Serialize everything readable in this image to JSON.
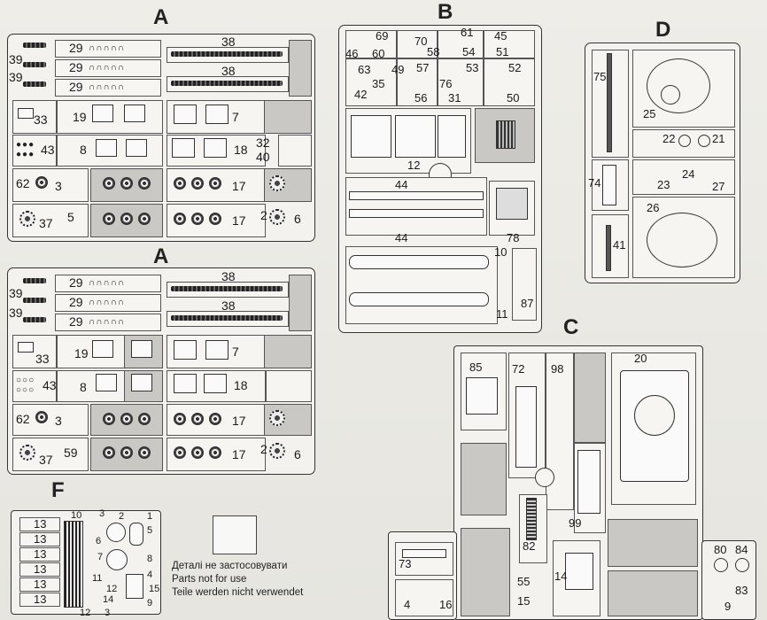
{
  "sprues": {
    "a_top": {
      "letter": "A",
      "rows": [
        {
          "left": "39",
          "mid": "29",
          "right": "38"
        },
        {
          "left": "39",
          "mid": "29",
          "right": "38"
        },
        {
          "left": "",
          "mid": "29",
          "right": ""
        }
      ],
      "r4": {
        "a": "33",
        "b": "19",
        "c": "7"
      },
      "r5": {
        "a": "43",
        "b": "8",
        "c": "18",
        "d": "32",
        "e": "40"
      },
      "r6": {
        "a": "62",
        "b": "3",
        "c": "17"
      },
      "r7": {
        "a": "37",
        "b": "5",
        "c": "17",
        "d": "2",
        "e": "6"
      }
    },
    "a_bottom": {
      "letter": "A",
      "rows": [
        {
          "left": "39",
          "mid": "29",
          "right": "38"
        },
        {
          "left": "39",
          "mid": "29",
          "right": "38"
        },
        {
          "left": "",
          "mid": "29",
          "right": ""
        }
      ],
      "r4": {
        "a": "33",
        "b": "19",
        "c": "7"
      },
      "r5": {
        "a": "43",
        "b": "8",
        "c": "18"
      },
      "r6": {
        "a": "62",
        "b": "3",
        "c": "17"
      },
      "r7": {
        "a": "37",
        "b": "59",
        "c": "17",
        "d": "2",
        "e": "6"
      }
    },
    "b": {
      "letter": "B",
      "top": [
        "69",
        "70",
        "61",
        "45",
        "46",
        "60",
        "58",
        "54",
        "51",
        "63",
        "49",
        "57",
        "53",
        "52",
        "35",
        "76",
        "42",
        "56",
        "31",
        "50"
      ],
      "hull": "12",
      "rails": [
        "44",
        "44"
      ],
      "box": "78",
      "tracks": [
        "10",
        "11"
      ],
      "small": "87"
    },
    "c": {
      "letter": "C",
      "labels": [
        "85",
        "72",
        "98",
        "20",
        "99",
        "82",
        "73",
        "4",
        "16",
        "55",
        "15",
        "14",
        "80",
        "84",
        "9",
        "83"
      ]
    },
    "d": {
      "letter": "D",
      "labels": [
        "75",
        "25",
        "22",
        "21",
        "23",
        "24",
        "27",
        "74",
        "26",
        "41"
      ]
    },
    "f": {
      "letter": "F",
      "left": [
        "13",
        "13",
        "13",
        "13",
        "13",
        "13"
      ],
      "top": [
        "10",
        "3",
        "2",
        "1"
      ],
      "mid": [
        "5",
        "6",
        "7",
        "11",
        "12",
        "14",
        "15",
        "9",
        "8",
        "4"
      ],
      "bottom": [
        "12",
        "3"
      ]
    }
  },
  "legend": {
    "line1": "Деталі не застосовувати",
    "line2": "Parts not for use",
    "line3": "Teile werden nicht verwendet"
  }
}
